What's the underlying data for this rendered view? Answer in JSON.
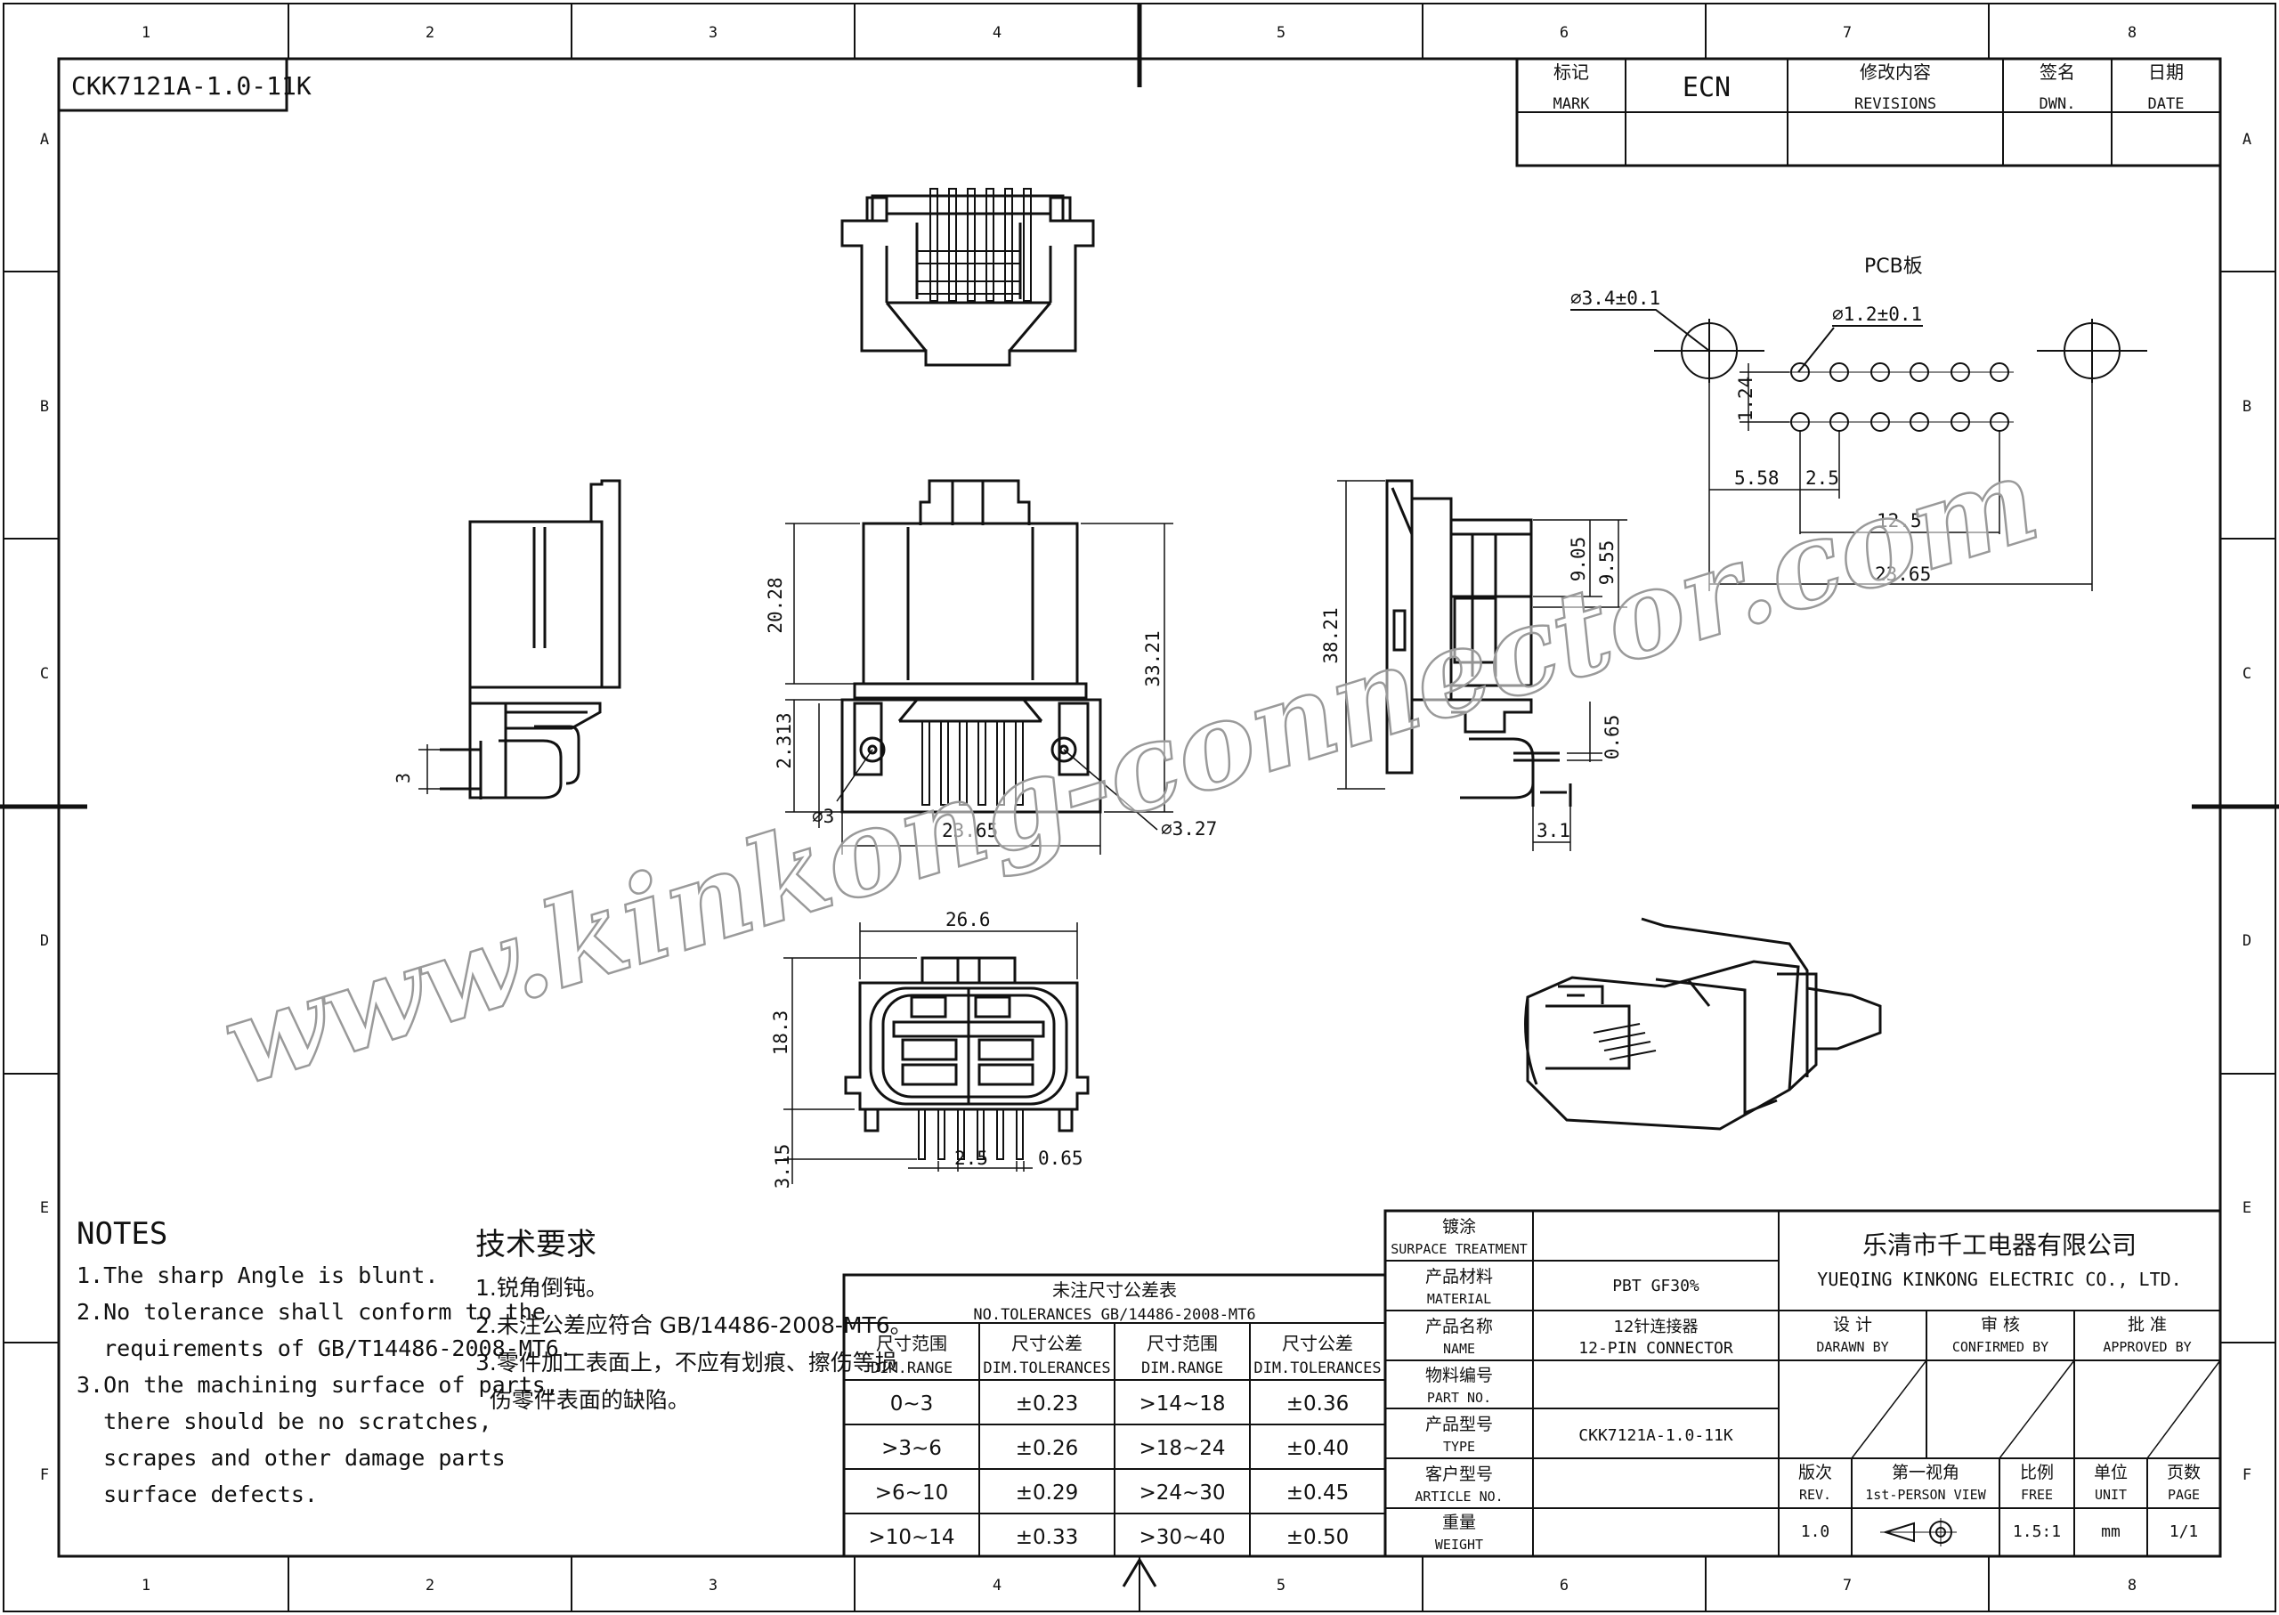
{
  "drawing_number": "CKK7121A-1.0-11K",
  "frame": {
    "columns": [
      "1",
      "2",
      "3",
      "4",
      "5",
      "6",
      "7",
      "8"
    ],
    "rows": [
      "A",
      "B",
      "C",
      "D",
      "E",
      "F"
    ]
  },
  "revision_table": {
    "headers": [
      {
        "cn": "标记",
        "en": "MARK"
      },
      {
        "cn": "",
        "en": "ECN"
      },
      {
        "cn": "修改内容",
        "en": "REVISIONS"
      },
      {
        "cn": "签名",
        "en": "DWN."
      },
      {
        "cn": "日期",
        "en": "DATE"
      }
    ]
  },
  "pcb": {
    "title": "PCB板",
    "hole_large": "⌀3.4±0.1",
    "hole_small": "⌀1.2±0.1",
    "dims": {
      "pitch_v": "1.24",
      "offset": "5.58",
      "pitch_h": "2.5",
      "span": "12.5",
      "total": "23.65"
    }
  },
  "dimensions": {
    "front_h1": "20.28",
    "front_h2": "33.21",
    "front_h3": "2.313",
    "hole_a": "⌀3",
    "hole_b": "⌀3.27",
    "front_w": "23.65",
    "left_pin": "3",
    "right_h": "38.21",
    "right_a": "9.05",
    "right_b": "9.55",
    "right_c": "0.65",
    "right_d": "3.1",
    "bottom_w": "26.6",
    "bottom_h": "18.3",
    "bottom_pin": "3.15",
    "bottom_pitch": "2.5",
    "bottom_pin_w": "0.65"
  },
  "watermark": "www.kinkong-connector.com",
  "notes": {
    "title": "NOTES",
    "lines": [
      "1.The sharp Angle is blunt.",
      "2.No tolerance shall conform to the",
      "  requirements of GB/T14486-2008-MT6.",
      "3.On the machining surface of parts,",
      "  there should be no scratches,",
      "  scrapes and other damage parts",
      "  surface defects."
    ]
  },
  "notes_cn": {
    "title": "技术要求",
    "lines": [
      "1.锐角倒钝。",
      "2.未注公差应符合 GB/14486-2008-MT6。",
      "3.零件加工表面上，不应有划痕、擦伤等损",
      "  伤零件表面的缺陷。"
    ]
  },
  "tolerance_table": {
    "title_cn": "未注尺寸公差表",
    "title_en": "NO.TOLERANCES GB/14486-2008-MT6",
    "headers": [
      {
        "cn": "尺寸范围",
        "en": "DIM.RANGE"
      },
      {
        "cn": "尺寸公差",
        "en": "DIM.TOLERANCES"
      },
      {
        "cn": "尺寸范围",
        "en": "DIM.RANGE"
      },
      {
        "cn": "尺寸公差",
        "en": "DIM.TOLERANCES"
      }
    ],
    "rows": [
      [
        "0~3",
        "±0.23",
        ">14~18",
        "±0.36"
      ],
      [
        ">3~6",
        "±0.26",
        ">18~24",
        "±0.40"
      ],
      [
        ">6~10",
        "±0.29",
        ">24~30",
        "±0.45"
      ],
      [
        ">10~14",
        "±0.33",
        ">30~40",
        "±0.50"
      ]
    ]
  },
  "title_block": {
    "fields": [
      {
        "cn": "镀涂",
        "en": "SURPACE TREATMENT",
        "value": ""
      },
      {
        "cn": "产品材料",
        "en": "MATERIAL",
        "value": "PBT GF30%"
      },
      {
        "cn": "产品名称",
        "en": "NAME",
        "value": "12针连接器",
        "value2": "12-PIN CONNECTOR"
      },
      {
        "cn": "物料编号",
        "en": "PART NO.",
        "value": ""
      },
      {
        "cn": "产品型号",
        "en": "TYPE",
        "value": "CKK7121A-1.0-11K"
      },
      {
        "cn": "客户型号",
        "en": "ARTICLE NO.",
        "value": ""
      },
      {
        "cn": "重量",
        "en": "WEIGHT",
        "value": ""
      }
    ],
    "company_cn": "乐清市千工电器有限公司",
    "company_en": "YUEQING KINKONG ELECTRIC CO., LTD.",
    "sign": [
      {
        "cn": "设 计",
        "en": "DARAWN BY"
      },
      {
        "cn": "审 核",
        "en": "CONFIRMED BY"
      },
      {
        "cn": "批 准",
        "en": "APPROVED BY"
      }
    ],
    "info_headers": [
      {
        "cn": "版次",
        "en": "REV."
      },
      {
        "cn": "第一视角",
        "en": "1st-PERSON VIEW"
      },
      {
        "cn": "比例",
        "en": "FREE"
      },
      {
        "cn": "单位",
        "en": "UNIT"
      },
      {
        "cn": "页数",
        "en": "PAGE"
      }
    ],
    "info_values": {
      "rev": "1.0",
      "scale": "1.5:1",
      "unit": "mm",
      "page": "1/1"
    }
  }
}
